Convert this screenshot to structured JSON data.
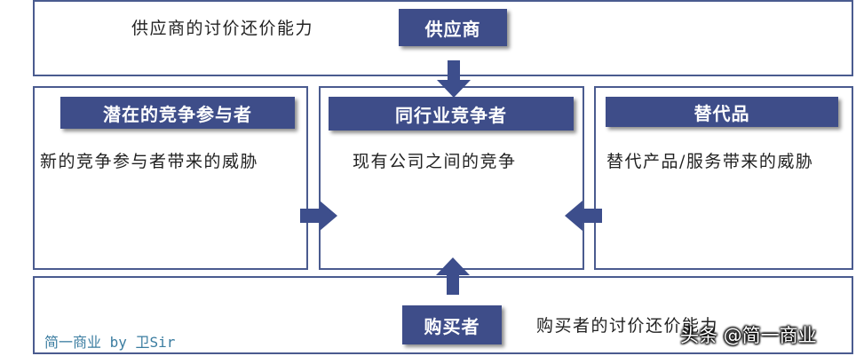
{
  "supplier": {
    "header": "供应商",
    "description": "供应商的讨价还价能力"
  },
  "new_entrants": {
    "header": "潜在的竞争参与者",
    "description": "新的竞争参与者带来的威胁"
  },
  "industry_rivals": {
    "header": "同行业竞争者",
    "description": "现有公司之间的竞争"
  },
  "substitutes": {
    "header": "替代品",
    "description": "替代产品/服务带来的威胁"
  },
  "buyers": {
    "header": "购买者",
    "description": "购买者的讨价还价能力"
  },
  "credit": "简一商业 by 卫Sir",
  "watermark": "头条 @简一商业",
  "colors": {
    "header_fill": "#3e4d89",
    "border": "#4a5b8f",
    "arrow": "#3d4e8c",
    "credit_text": "#3a7ca0"
  }
}
